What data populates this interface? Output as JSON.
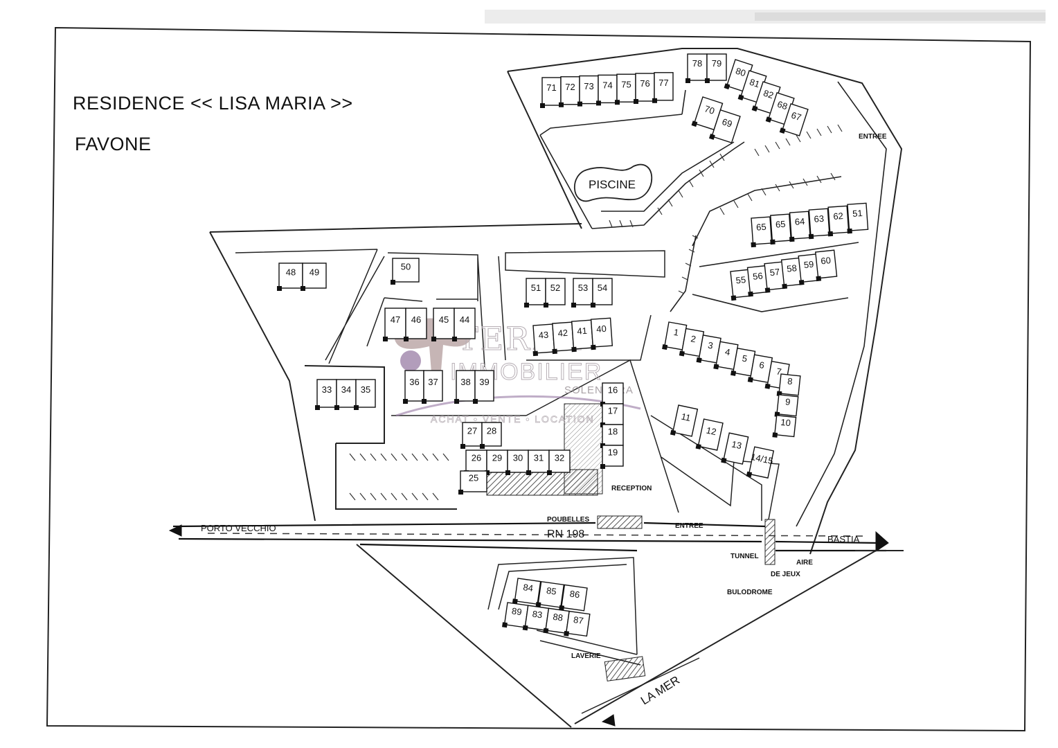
{
  "title": "RESIDENCE << LISA MARIA >>",
  "subtitle": "FAVONE",
  "facilities": {
    "pool": "PISCINE",
    "reception": "RECEPTION",
    "bins": "POUBELLES",
    "entrance_road": "ENTREE",
    "entrance_top": "ENTREE",
    "tunnel": "TUNNEL",
    "play_area_1": "AIRE",
    "play_area_2": "DE JEUX",
    "boules": "BULODROME",
    "laundry": "LAVERIE"
  },
  "roads": {
    "west": "PORTO VECCHIO",
    "route": "RN 198",
    "east": "BASTIA",
    "sea": "LA MER"
  },
  "watermark": {
    "brand": "TERRA",
    "line2": "IMMOBILIER",
    "place": "SOLENZARA",
    "tagline": "ACHAT • VENTE • LOCATION"
  },
  "colors": {
    "ink": "#111111",
    "hatch": "#555555",
    "watermark": "#b0a7ae",
    "watermark_dot": "#9b7fa7"
  },
  "units": {
    "row_71_77": [
      "71",
      "72",
      "73",
      "74",
      "75",
      "76",
      "77"
    ],
    "row_78_79": [
      "78",
      "79"
    ],
    "row_80_67": [
      "80",
      "81",
      "82",
      "68",
      "67"
    ],
    "row_70_69": [
      "70",
      "69"
    ],
    "row_65_51": [
      "65",
      "65",
      "64",
      "63",
      "62",
      "51"
    ],
    "row_55_60": [
      "55",
      "56",
      "57",
      "58",
      "59",
      "60"
    ],
    "row_48_49": [
      "48",
      "49"
    ],
    "unit_50": [
      "50"
    ],
    "row_51_54": [
      "51",
      "52",
      "53",
      "54"
    ],
    "row_47_44": [
      "47",
      "46",
      "45",
      "44"
    ],
    "row_43_40": [
      "43",
      "42",
      "41",
      "40"
    ],
    "row_1_7": [
      "1",
      "2",
      "3",
      "4",
      "5",
      "6",
      "7"
    ],
    "col_8_10": [
      "8",
      "9",
      "10"
    ],
    "row_11_14": [
      "11",
      "12",
      "13",
      "14/15"
    ],
    "row_33_35": [
      "33",
      "34",
      "35"
    ],
    "row_36_39": [
      "36",
      "37",
      "38",
      "39"
    ],
    "col_16_19": [
      "16",
      "17",
      "18",
      "19"
    ],
    "row_27_28": [
      "27",
      "28"
    ],
    "row_26_32": [
      "26",
      "29",
      "30",
      "31",
      "32"
    ],
    "unit_25": [
      "25"
    ],
    "row_84_86": [
      "84",
      "85",
      "86"
    ],
    "row_89_87": [
      "89",
      "83",
      "88",
      "87"
    ]
  }
}
